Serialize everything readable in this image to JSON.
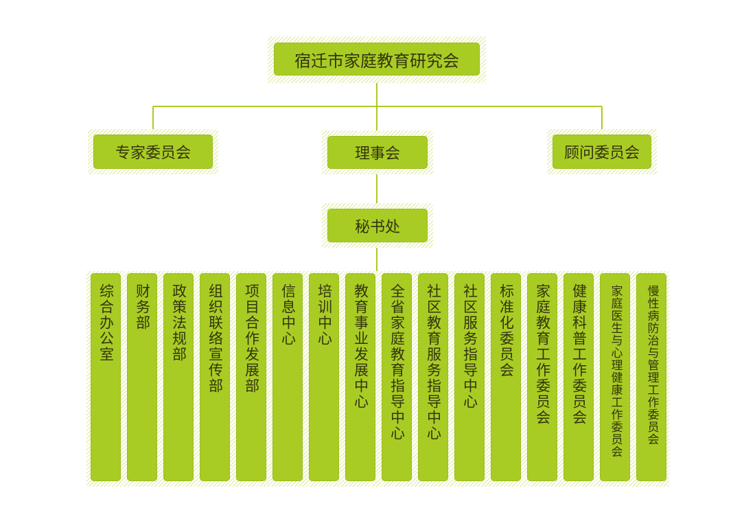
{
  "diagram": {
    "root": {
      "label": "宿迁市家庭教育研究会"
    },
    "second_level": [
      {
        "label": "专家委员会"
      },
      {
        "label": "理事会"
      },
      {
        "label": "顾问委员会"
      }
    ],
    "secretariat": {
      "label": "秘书处"
    },
    "departments": [
      {
        "label": "综合办公室"
      },
      {
        "label": "财务部"
      },
      {
        "label": "政策法规部"
      },
      {
        "label": "组织联络宣传部"
      },
      {
        "label": "项目合作发展部"
      },
      {
        "label": "信息中心"
      },
      {
        "label": "培训中心"
      },
      {
        "label": "教育事业发展中心"
      },
      {
        "label": "全省家庭教育指导中心"
      },
      {
        "label": "社区教育服务指导中心"
      },
      {
        "label": "社区服务指导中心"
      },
      {
        "label": "标准化委员会"
      },
      {
        "label": "家庭教育工作委员会"
      },
      {
        "label": "健康科普工作委员会"
      },
      {
        "label": "家庭医生与心理健康工作委员会"
      },
      {
        "label": "慢性病防治与管理工作委员会"
      }
    ],
    "colors": {
      "node_fill": "#a8cc24",
      "line": "#a8cc24",
      "text": "#33340f",
      "hatch": "#dde99d"
    }
  }
}
